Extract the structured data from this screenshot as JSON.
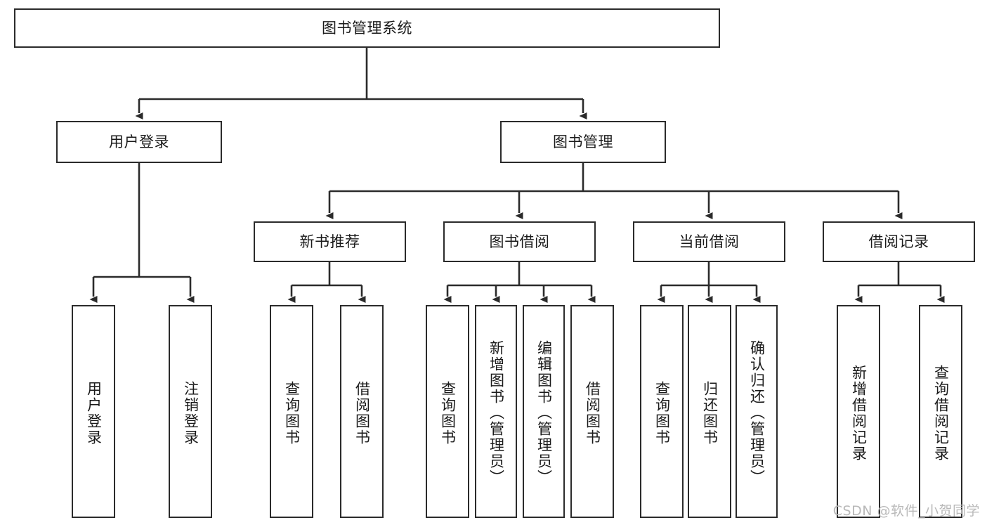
{
  "diagram": {
    "title": "图书管理系统",
    "watermark": "CSDN @软件_小贺同学",
    "stroke_color": "#2b2b2b",
    "text_color": "#1a1a1a",
    "background_color": "#ffffff",
    "watermark_color": "#b9b9b9"
  },
  "nodes": {
    "root": {
      "label": "图书管理系统"
    },
    "level2": [
      {
        "label": "用户登录"
      },
      {
        "label": "图书管理"
      }
    ],
    "level3": [
      {
        "label": "新书推荐"
      },
      {
        "label": "图书借阅"
      },
      {
        "label": "当前借阅"
      },
      {
        "label": "借阅记录"
      }
    ],
    "leaves": {
      "user_login": [
        {
          "label": "用户登录"
        },
        {
          "label": "注销登录"
        }
      ],
      "new_books": [
        {
          "label": "查询图书"
        },
        {
          "label": "借阅图书"
        }
      ],
      "borrow_books": [
        {
          "label": "查询图书"
        },
        {
          "label": "新增图书（管理员）"
        },
        {
          "label": "编辑图书（管理员）"
        },
        {
          "label": "借阅图书"
        }
      ],
      "current_borrow": [
        {
          "label": "查询图书"
        },
        {
          "label": "归还图书"
        },
        {
          "label": "确认归还（管理员）"
        }
      ],
      "borrow_records": [
        {
          "label": "新增借阅记录"
        },
        {
          "label": "查询借阅记录"
        }
      ]
    }
  }
}
